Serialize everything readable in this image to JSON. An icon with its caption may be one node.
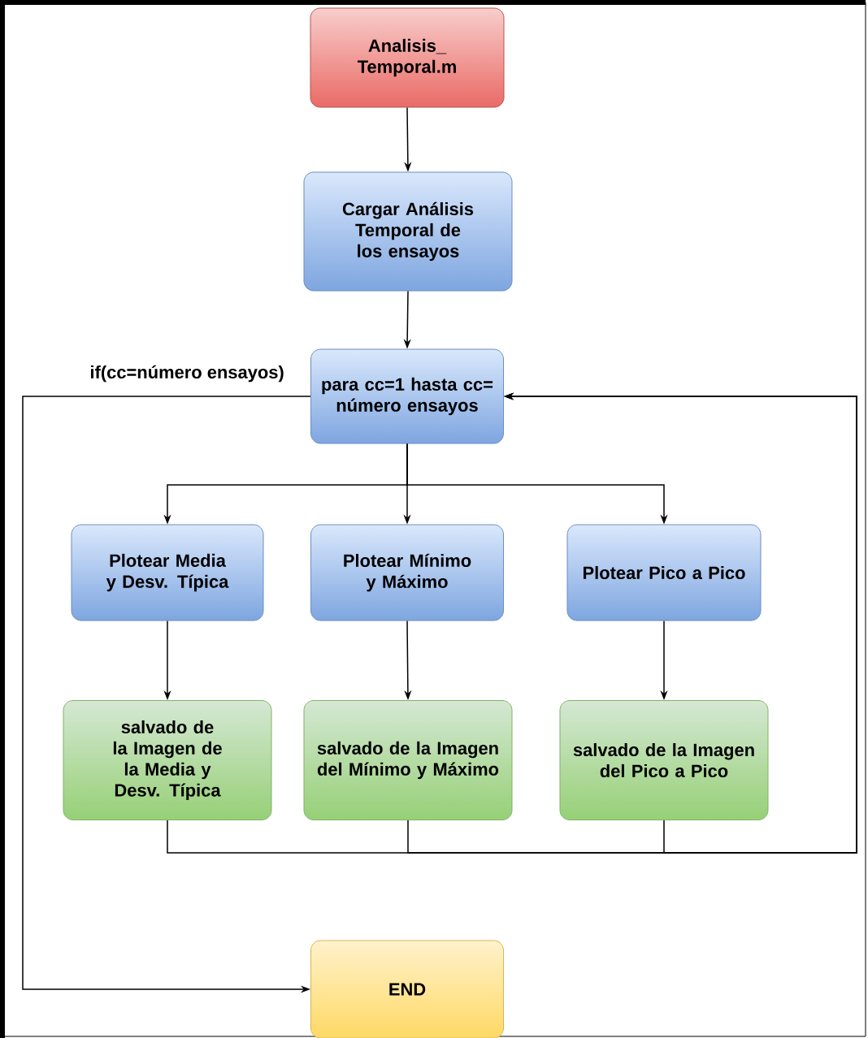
{
  "diagram": {
    "nodes": [
      {
        "text": [
          "Analisis_ Temporal.m"
        ]
      },
      {
        "text": [
          "Cargar Análisis Temporal de los ensayos"
        ]
      },
      {
        "text": [
          "para cc=1 hasta cc= número ensayos"
        ]
      },
      {
        "text": [
          "Plotear Media y Desv. Típica"
        ]
      },
      {
        "text": [
          "Plotear Mínimo y Máximo"
        ]
      },
      {
        "text": [
          "Plotear Pico a Pico"
        ]
      },
      {
        "text": [
          "salvado de la Imagen de la Media y Desv. Típica"
        ]
      },
      {
        "text": [
          "salvado de la Imagen del Mínimo y Máximo"
        ]
      },
      {
        "text": [
          "salvado de la Imagen del Pico a Pico"
        ]
      },
      {
        "text": [
          "END"
        ]
      }
    ],
    "edges": [
      {
        "from": 0,
        "to": 1,
        "arrow": "to"
      },
      {
        "from": 1,
        "to": 2,
        "arrow": "to"
      },
      {
        "from": 2,
        "to": 3,
        "arrow": "to"
      },
      {
        "from": 2,
        "to": 4,
        "arrow": "to"
      },
      {
        "from": 2,
        "to": 5,
        "arrow": "to"
      },
      {
        "from": 3,
        "to": 6,
        "arrow": "to"
      },
      {
        "from": 4,
        "to": 7,
        "arrow": "to"
      },
      {
        "from": 5,
        "to": 8,
        "arrow": "to"
      },
      {
        "from": 6,
        "to": 2,
        "arrow": "to"
      },
      {
        "from": 7,
        "to": 2,
        "arrow": "to"
      },
      {
        "from": 8,
        "to": 2,
        "arrow": "to"
      },
      {
        "from": 2,
        "to": 9,
        "arrow": "to",
        "label": "if(cc=número ensayos)"
      }
    ]
  }
}
